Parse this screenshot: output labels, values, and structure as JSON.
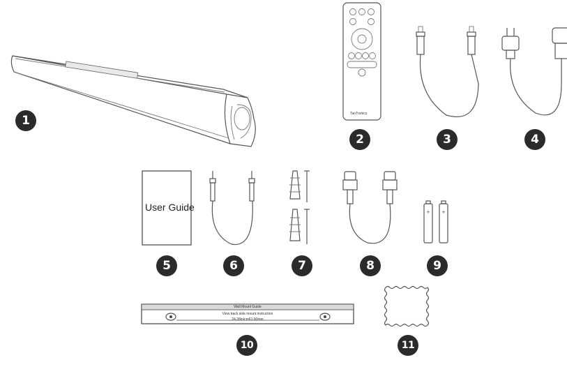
{
  "items": [
    {
      "number": "1",
      "name": "soundbar"
    },
    {
      "number": "2",
      "name": "remote-control"
    },
    {
      "number": "3",
      "name": "optical-cable"
    },
    {
      "number": "4",
      "name": "power-cord"
    },
    {
      "number": "5",
      "name": "user-guide"
    },
    {
      "number": "6",
      "name": "aux-cable"
    },
    {
      "number": "7",
      "name": "screws-and-anchors"
    },
    {
      "number": "8",
      "name": "hdmi-cable"
    },
    {
      "number": "9",
      "name": "batteries"
    },
    {
      "number": "10",
      "name": "wall-mount-guide"
    },
    {
      "number": "11",
      "name": "cleaning-cloth"
    }
  ],
  "manual": {
    "title": "User Guide"
  },
  "wall_mount": {
    "title": "Wall Mount Guide",
    "instruction": "View back side mount instruction",
    "dimension": "24.38in/cm61.90mm"
  },
  "remote": {
    "brand": "TaoTronics"
  },
  "colors": {
    "badge": "#2b2b2b",
    "line": "#555555"
  }
}
